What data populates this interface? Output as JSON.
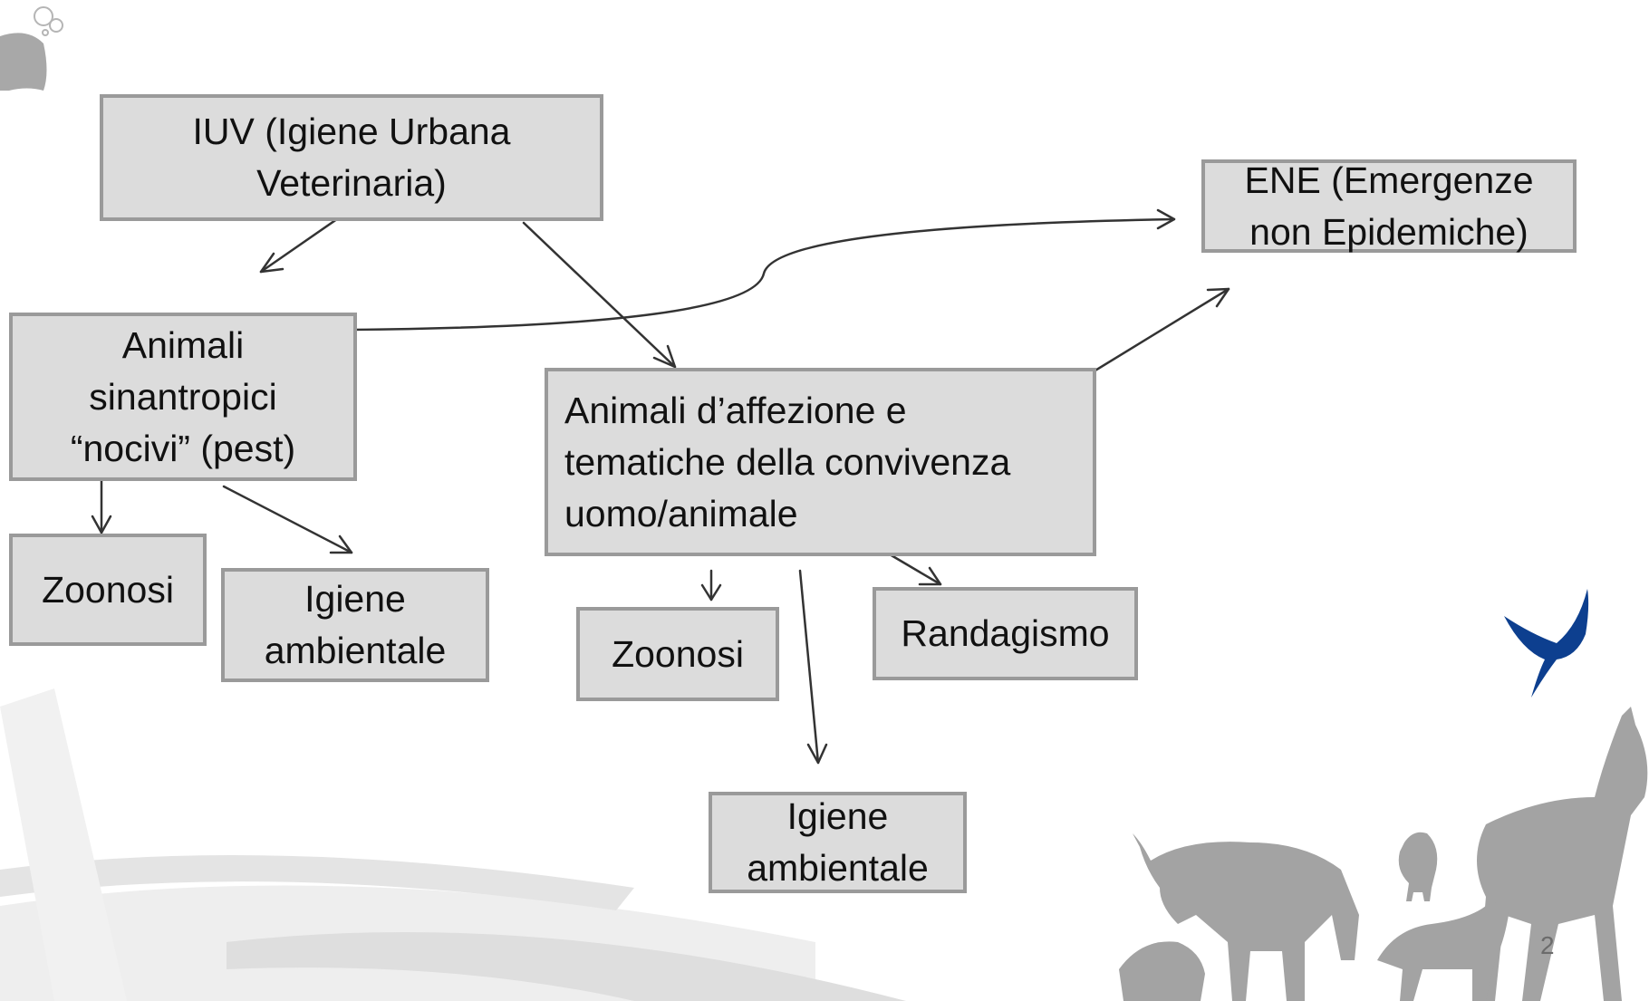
{
  "colors": {
    "box_fill": "#dcdcdc",
    "box_border": "#9a9a9a",
    "arrow": "#333333",
    "silhouette": "#9e9e9e",
    "bird": "#0d3f8f"
  },
  "nodes": {
    "iuv": "IUV (Igiene Urbana\nVeterinaria)",
    "ene": "ENE (Emergenze\nnon Epidemiche)",
    "sinantropici": "Animali\nsinantropici\n“nocivi” (pest)",
    "affezione": "Animali d’affezione e\ntematiche della convivenza\nuomo/animale",
    "zoonosi_left": "Zoonosi",
    "igiene_left": "Igiene\nambientale",
    "zoonosi_mid": "Zoonosi",
    "randagismo": "Randagismo",
    "igiene_bottom": "Igiene\nambientale"
  },
  "decorations": [
    "bubbles-icon",
    "animal-silhouette-icon",
    "swallow-icon",
    "farm-animals-icon"
  ],
  "page_number": "2"
}
